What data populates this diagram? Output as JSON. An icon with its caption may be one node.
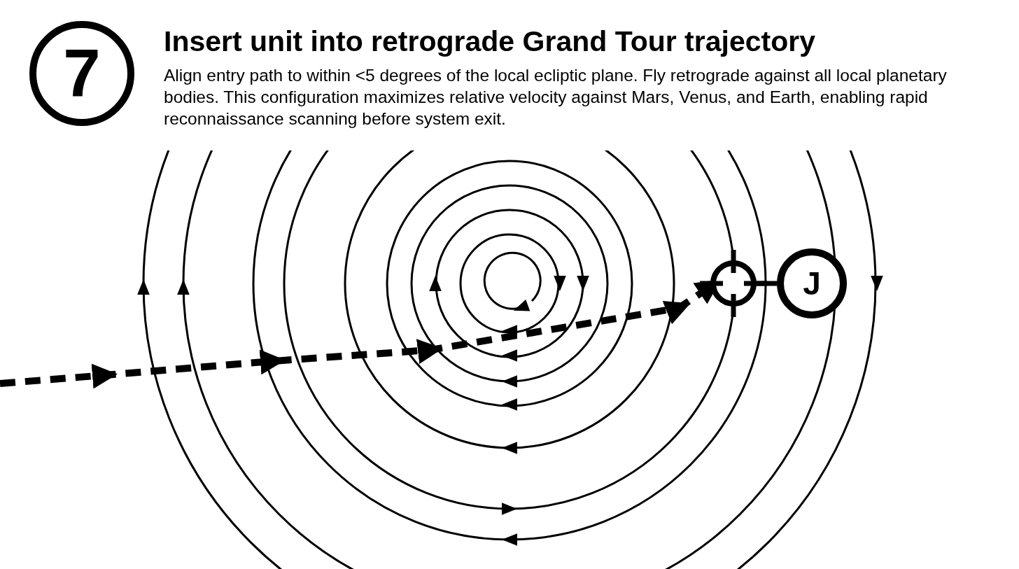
{
  "diagram": {
    "title": "Insert unit into retrograde Grand Tour trajectory",
    "nodes": [
      {
        "text": [],
        "shape": "crosshair"
      },
      {
        "text": [
          "J"
        ]
      }
    ],
    "edges": [
      {
        "from": null,
        "to": 0,
        "arrow": "to",
        "style": "dashed"
      },
      {
        "from": 0,
        "to": 1,
        "arrow": "none"
      }
    ],
    "labels": [
      "7",
      "Align entry path to within <5 degrees of the local ecliptic plane. Fly retrograde against all local planetary bodies. This configuration maximizes relative velocity against Mars, Venus, and Earth, enabling rapid reconnaissance scanning before system exit."
    ]
  }
}
